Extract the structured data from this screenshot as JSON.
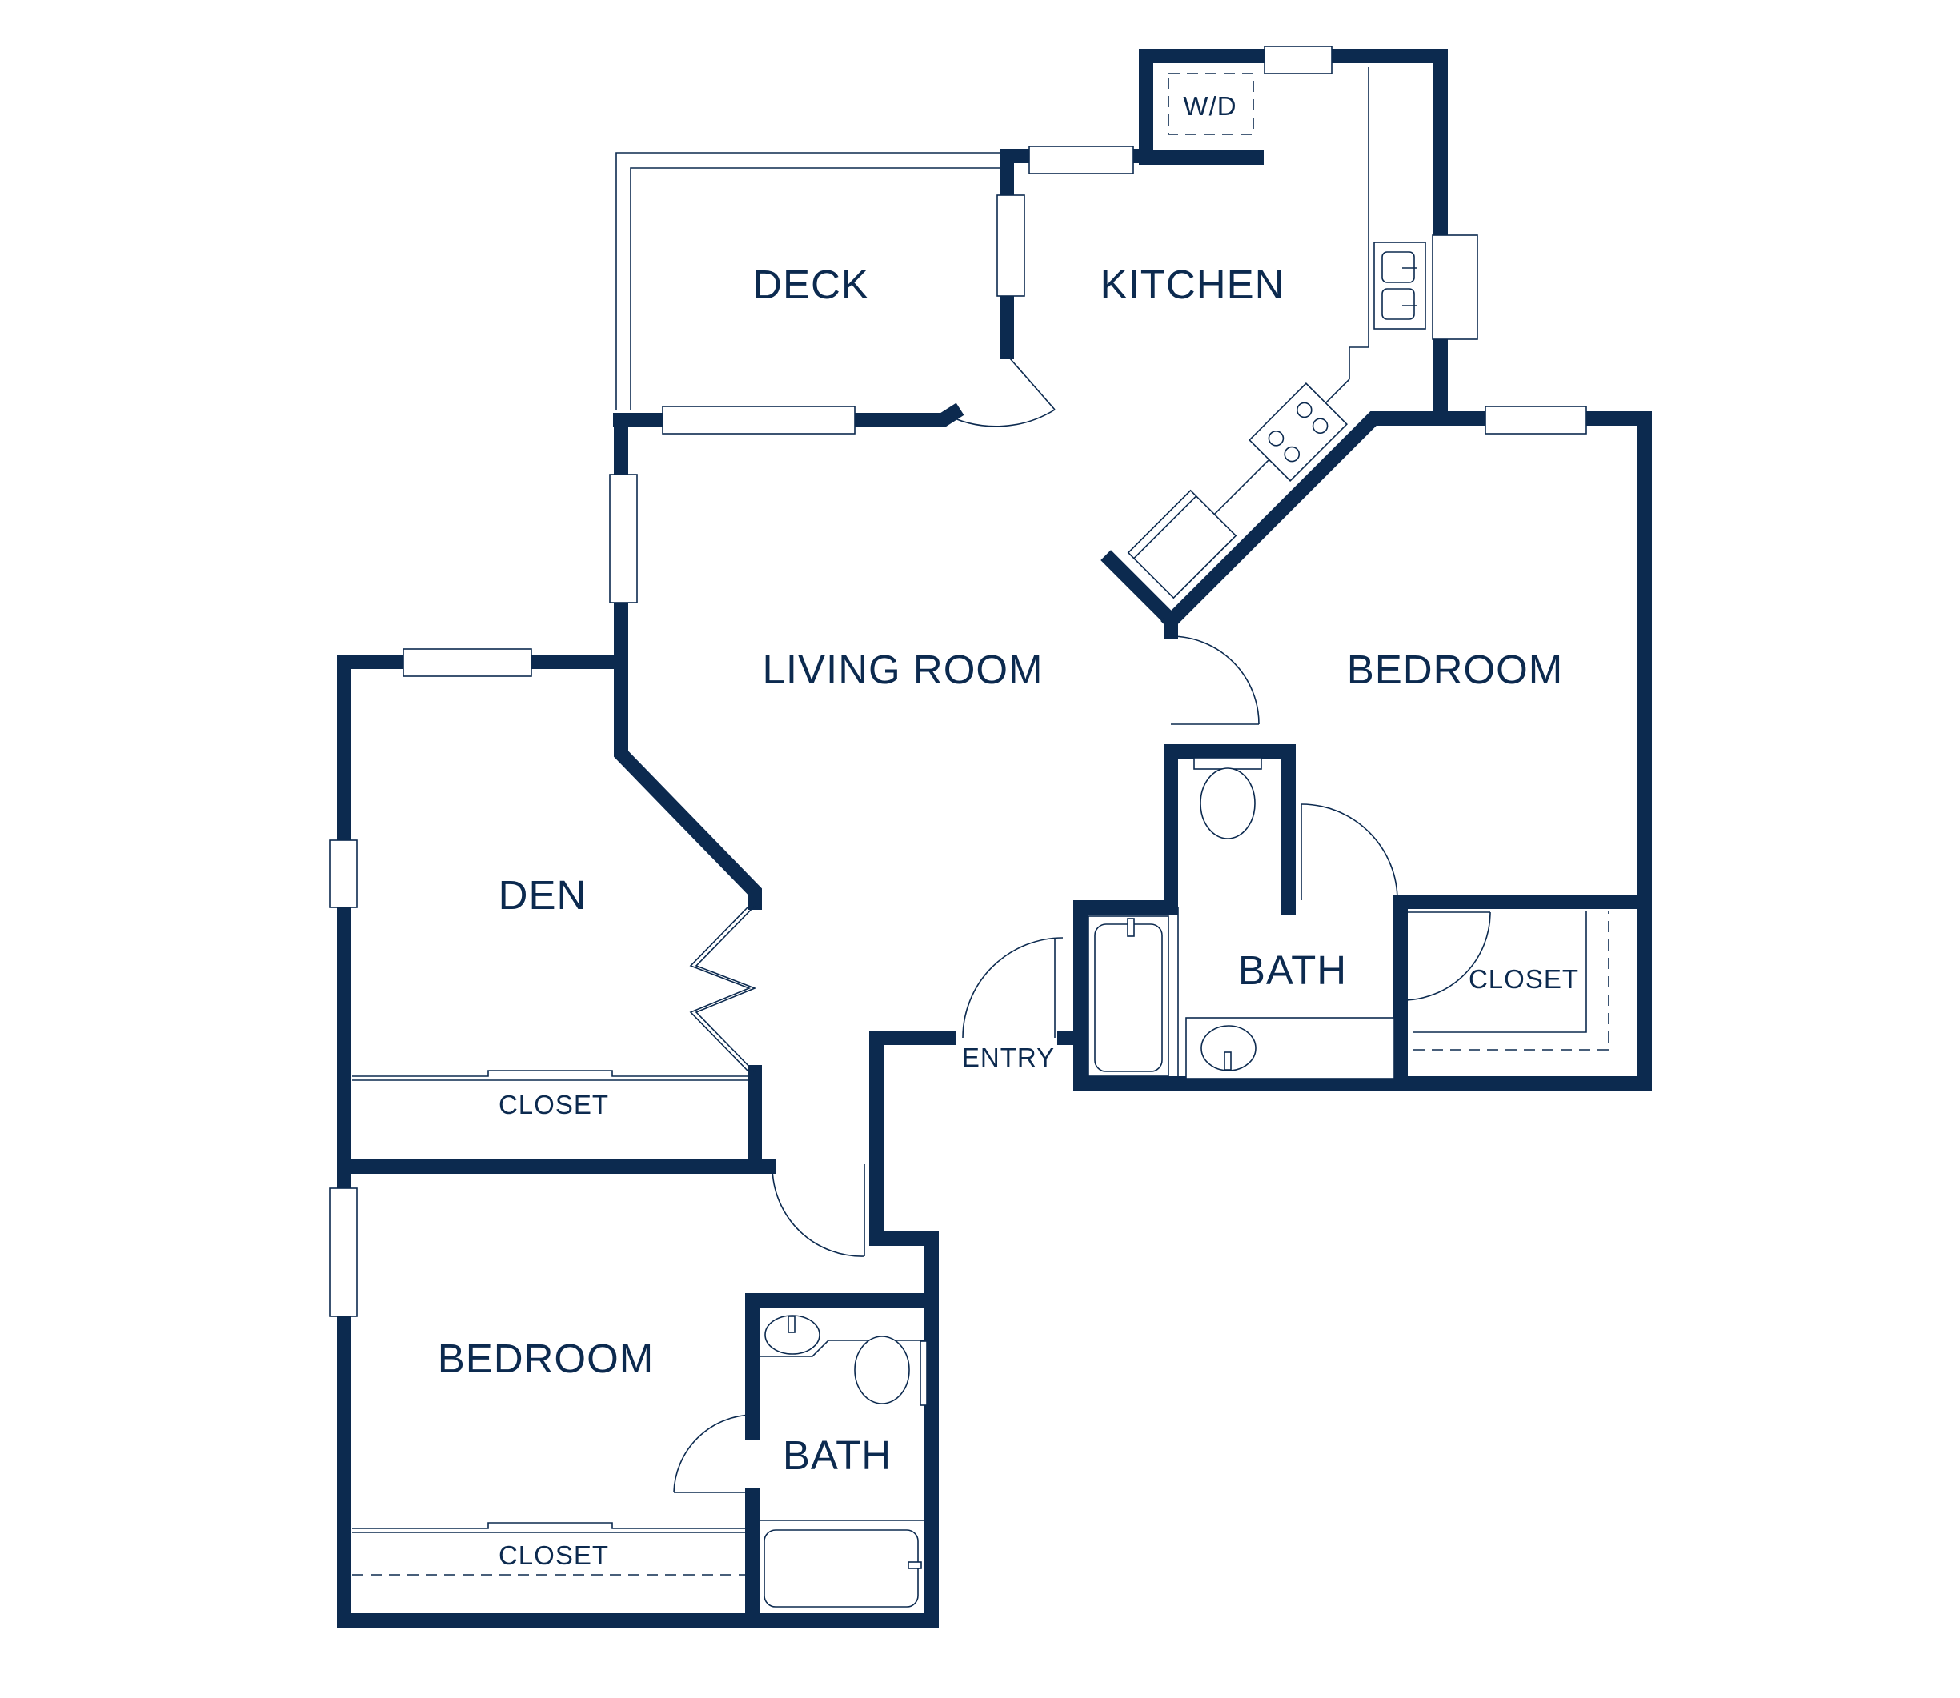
{
  "plan": {
    "ink_color": "#0c2a4f",
    "background_color": "#ffffff",
    "rooms": {
      "deck": "DECK",
      "kitchen": "KITCHEN",
      "washer_dryer": "W/D",
      "living_room": "LIVING ROOM",
      "bedroom_right": "BEDROOM",
      "den": "DEN",
      "bath_right": "BATH",
      "closet_right": "CLOSET",
      "entry": "ENTRY",
      "closet_den": "CLOSET",
      "bedroom_left": "BEDROOM",
      "bath_left": "BATH",
      "closet_bedroom_left": "CLOSET"
    }
  }
}
